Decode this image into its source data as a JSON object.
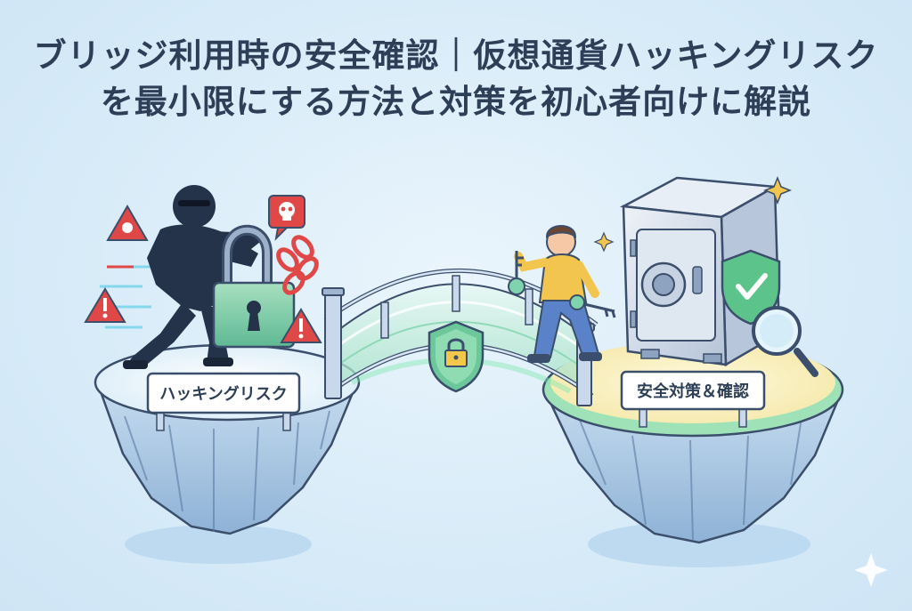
{
  "title": {
    "line1": "ブリッジ利用時の安全確認｜仮想通貨ハッキングリスク",
    "line2": "を最小限にする方法と対策を初心者向けに解説"
  },
  "left_island": {
    "sign_label": "ハッキングリスク"
  },
  "right_island": {
    "sign_label": "安全対策＆確認"
  },
  "icons": {
    "hacker": "hacker-figure",
    "warning": "warning-triangle-icon",
    "skull": "skull-icon",
    "chain": "broken-chain-icon",
    "padlock": "padlock-icon",
    "bridge": "glass-bridge",
    "shield": "shield-lock-icon",
    "person": "person-with-key",
    "safe": "vault-safe",
    "magnifier": "magnifier-icon",
    "sparkle": "sparkle-icon"
  },
  "colors": {
    "background": "#dcedf8",
    "title_text": "#2d3e57",
    "danger_red": "#e04848",
    "safe_green": "#5cc48a",
    "left_island_glow": "#c9e3f5",
    "right_island_glow": "#f6eab0"
  }
}
